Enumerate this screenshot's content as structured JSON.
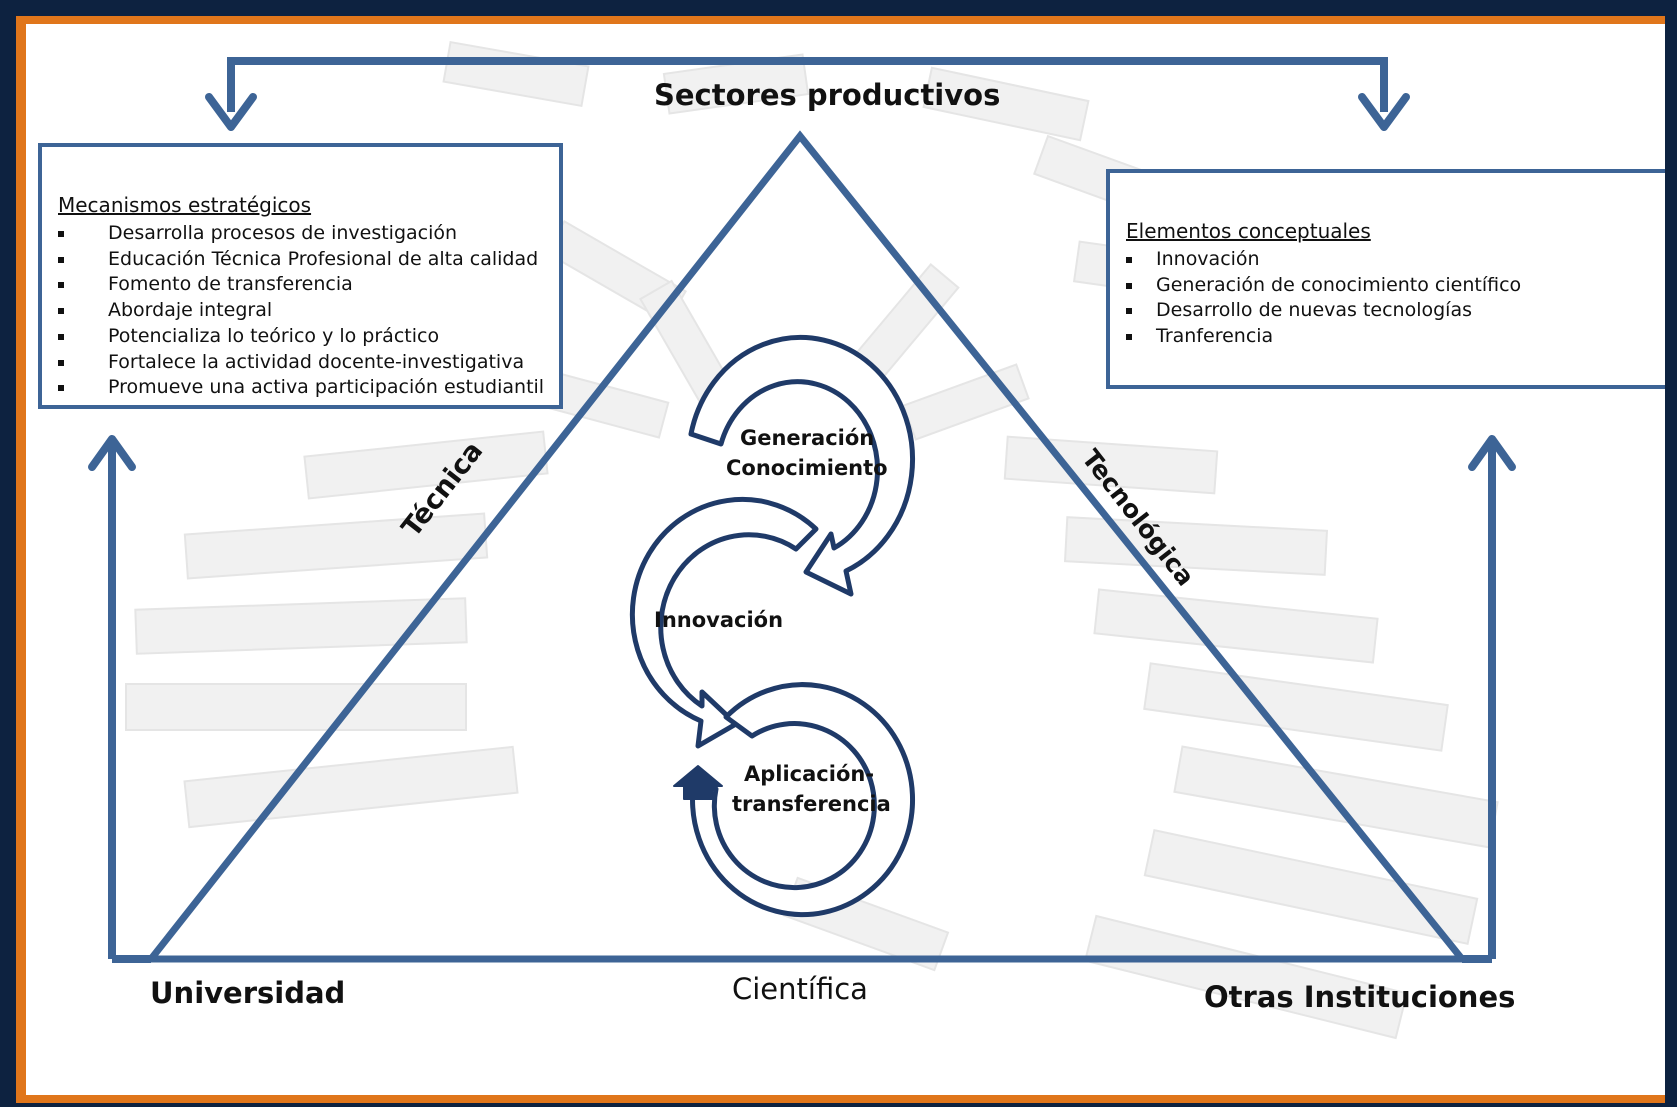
{
  "apex_label": "Sectores productivos",
  "corner_left_label": "Universidad",
  "corner_right_label": "Otras Instituciones",
  "side_left_label": "Técnica",
  "side_right_label": "Tecnológica",
  "base_label": "Científica",
  "mechanisms": {
    "heading": "Mecanismos estratégicos",
    "items": [
      "Desarrolla procesos de investigación",
      "Educación Técnica Profesional de alta calidad",
      "Fomento de transferencia",
      "Abordaje integral",
      "Potencializa lo teórico y lo práctico",
      "Fortalece la actividad docente-investigativa",
      "Promueve una activa participación estudiantil"
    ]
  },
  "concepts": {
    "heading": "Elementos conceptuales",
    "items": [
      "Innovación",
      "Generación de conocimiento científico",
      "Desarrollo de nuevas tecnologías",
      "Tranferencia"
    ]
  },
  "cycle": {
    "top_line1": "Generación",
    "top_line2": "Conocimiento",
    "middle": "Innovación",
    "bottom_line1": "Aplicación-",
    "bottom_line2": "transferencia"
  },
  "colors": {
    "frame_outer": "#0d2240",
    "frame_accent": "#e0761b",
    "arrow_blue": "#3d6496",
    "cycle_navy": "#1f3a68"
  }
}
